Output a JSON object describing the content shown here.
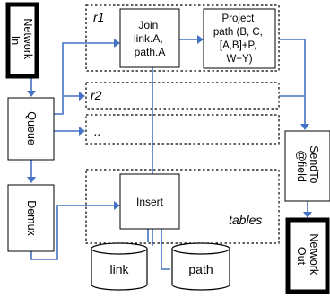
{
  "nodes": {
    "network_in": [
      "Network",
      "In"
    ],
    "queue": "Queue",
    "demux": "Demux",
    "join": [
      "Join",
      "link.A,",
      "path.A"
    ],
    "project": [
      "Project",
      "path (B, C,",
      "[A,B]+P,",
      "W+Y)"
    ],
    "insert": "Insert",
    "send_to": [
      "SendTo",
      "@field"
    ],
    "network_out": [
      "Network",
      "Out"
    ]
  },
  "groups": {
    "r1": "r1",
    "r2": "r2",
    "ellipsis": "..",
    "tables": "tables"
  },
  "tables": {
    "link": "link",
    "path": "path"
  },
  "colors": {
    "wire": "#4472c4",
    "stroke": "#000000",
    "fill": "#ffffff"
  }
}
